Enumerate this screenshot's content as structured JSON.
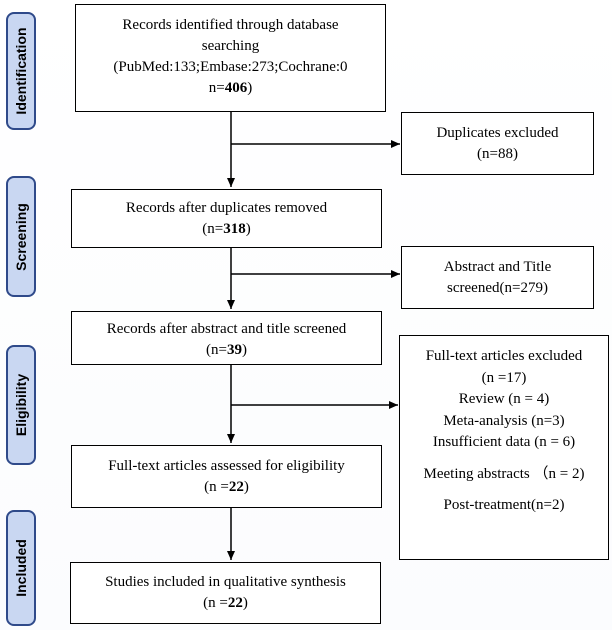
{
  "phases": {
    "identification": "Identification",
    "screening": "Screening",
    "eligibility": "Eligibility",
    "included": "Included"
  },
  "identified": {
    "line1": "Records identified through database",
    "line2": "searching",
    "line3": "(PubMed:133;Embase:273;Cochrane:0",
    "n_prefix": "n=",
    "n_value": "406",
    "n_suffix": ")"
  },
  "duplicates": {
    "line1": "Duplicates excluded",
    "line2": "(n=88)"
  },
  "after_duplicates": {
    "line1": "Records after duplicates removed",
    "n_prefix": "(n=",
    "n_value": "318",
    "n_suffix": ")"
  },
  "abstract_screen": {
    "line1": "Abstract and Title",
    "line2": "screened(n=279)"
  },
  "after_abstract": {
    "line1": "Records after abstract and title screened",
    "n_prefix": "(n=",
    "n_value": "39",
    "n_suffix": ")"
  },
  "fulltext_excluded": {
    "title": "Full-text articles excluded",
    "total": "(n =17)",
    "review": "Review (n = 4)",
    "meta": "Meta-analysis (n=3)",
    "insufficient": "Insufficient data (n = 6)",
    "meeting": "Meeting abstracts （n = 2)",
    "post": "Post-treatment(n=2)"
  },
  "fulltext_assessed": {
    "line1": "Full-text articles assessed for eligibility",
    "n_prefix": "(n =",
    "n_value": "22",
    "n_suffix": ")"
  },
  "included": {
    "line1": "Studies included in qualitative synthesis",
    "n_prefix": "(n =",
    "n_value": "22",
    "n_suffix": ")"
  }
}
